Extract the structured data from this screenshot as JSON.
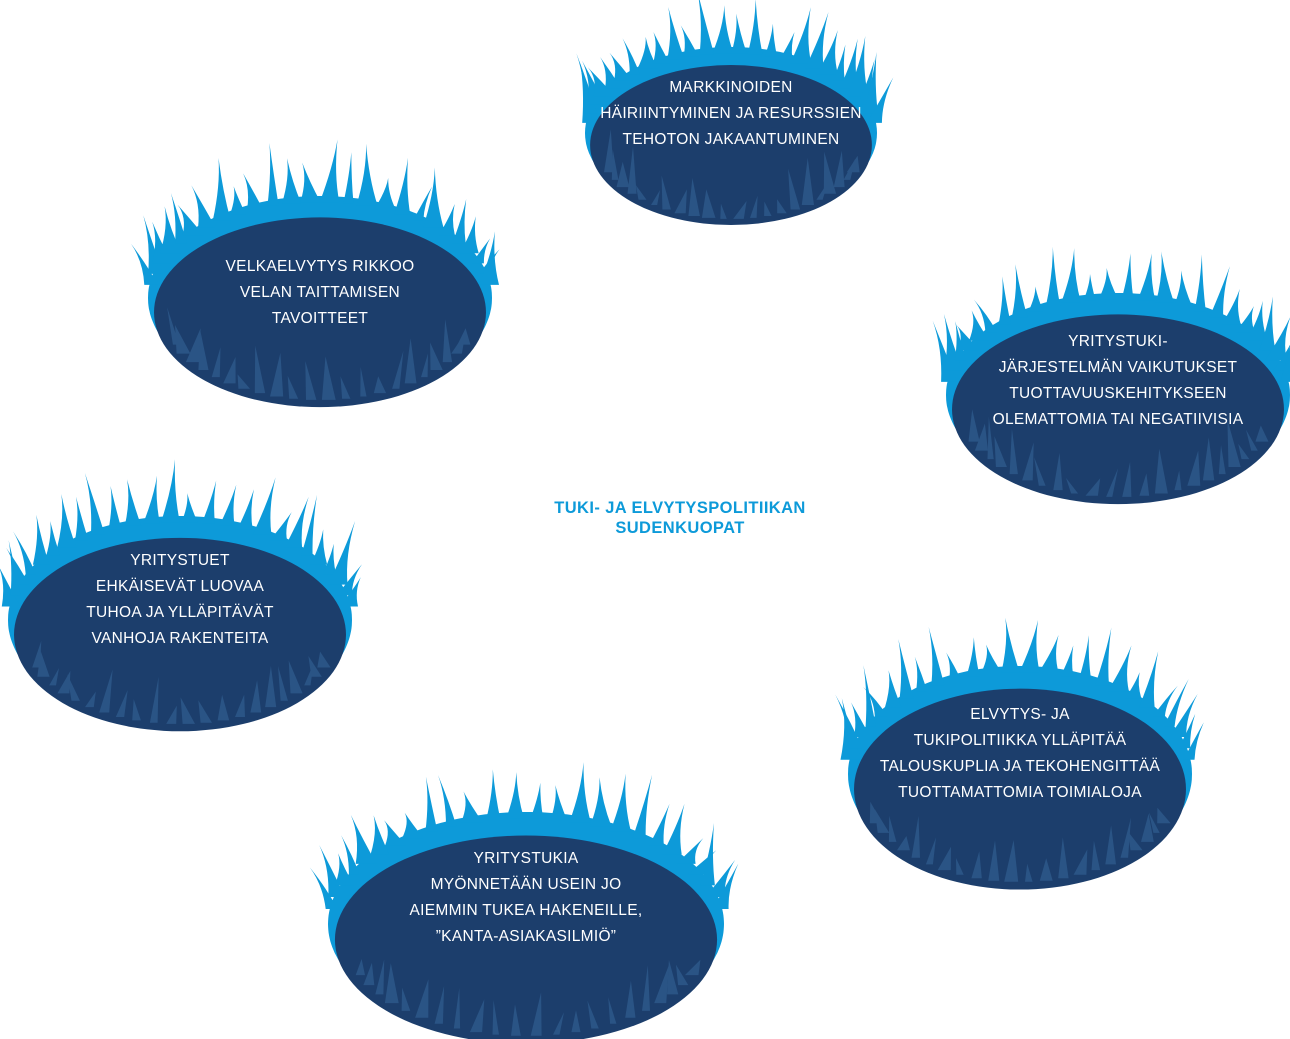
{
  "title": {
    "line1": "TUKI- JA ELVYTYSPOLITIIKAN",
    "line2": "SUDENKUOPAT"
  },
  "colors": {
    "rim": "#0d9ad9",
    "pit": "#1c3e6c",
    "title": "#0d9ad9",
    "text": "#ffffff"
  },
  "pits": [
    {
      "name": "market-distortion",
      "lines": [
        "MARKKINOIDEN",
        "HÄIRIINTYMINEN JA RESURSSIEN",
        "TEHOTON JAKAANTUMINEN"
      ]
    },
    {
      "name": "debt-relief",
      "lines": [
        "VELKAELVYTYS RIKKOO",
        "VELAN TAITTAMISEN",
        "TAVOITTEET"
      ]
    },
    {
      "name": "productivity-effects",
      "lines": [
        "YRITYSTUKI-",
        "JÄRJESTELMÄN VAIKUTUKSET",
        "TUOTTAVUUSKEHITYKSEEN",
        "OLEMATTOMIA TAI NEGATIIVISIA"
      ]
    },
    {
      "name": "creative-destruction",
      "lines": [
        "YRITYSTUET",
        "EHKÄISEVÄT LUOVAA",
        "TUHOA JA YLLÄPITÄVÄT",
        "VANHOJA RAKENTEITA"
      ]
    },
    {
      "name": "bubbles",
      "lines": [
        "ELVYTYS- JA",
        "TUKIPOLITIIKKA YLLÄPITÄÄ",
        "TALOUSKUPLIA JA TEKOHENGITTÄÄ",
        "TUOTTAMATTOMIA TOIMIALOJA"
      ]
    },
    {
      "name": "regular-customers",
      "lines": [
        "YRITYSTUKIA",
        "MYÖNNETÄÄN USEIN JO",
        "AIEMMIN TUKEA HAKENEILLE,",
        "”KANTA-ASIAKASILMIÖ”"
      ]
    }
  ]
}
